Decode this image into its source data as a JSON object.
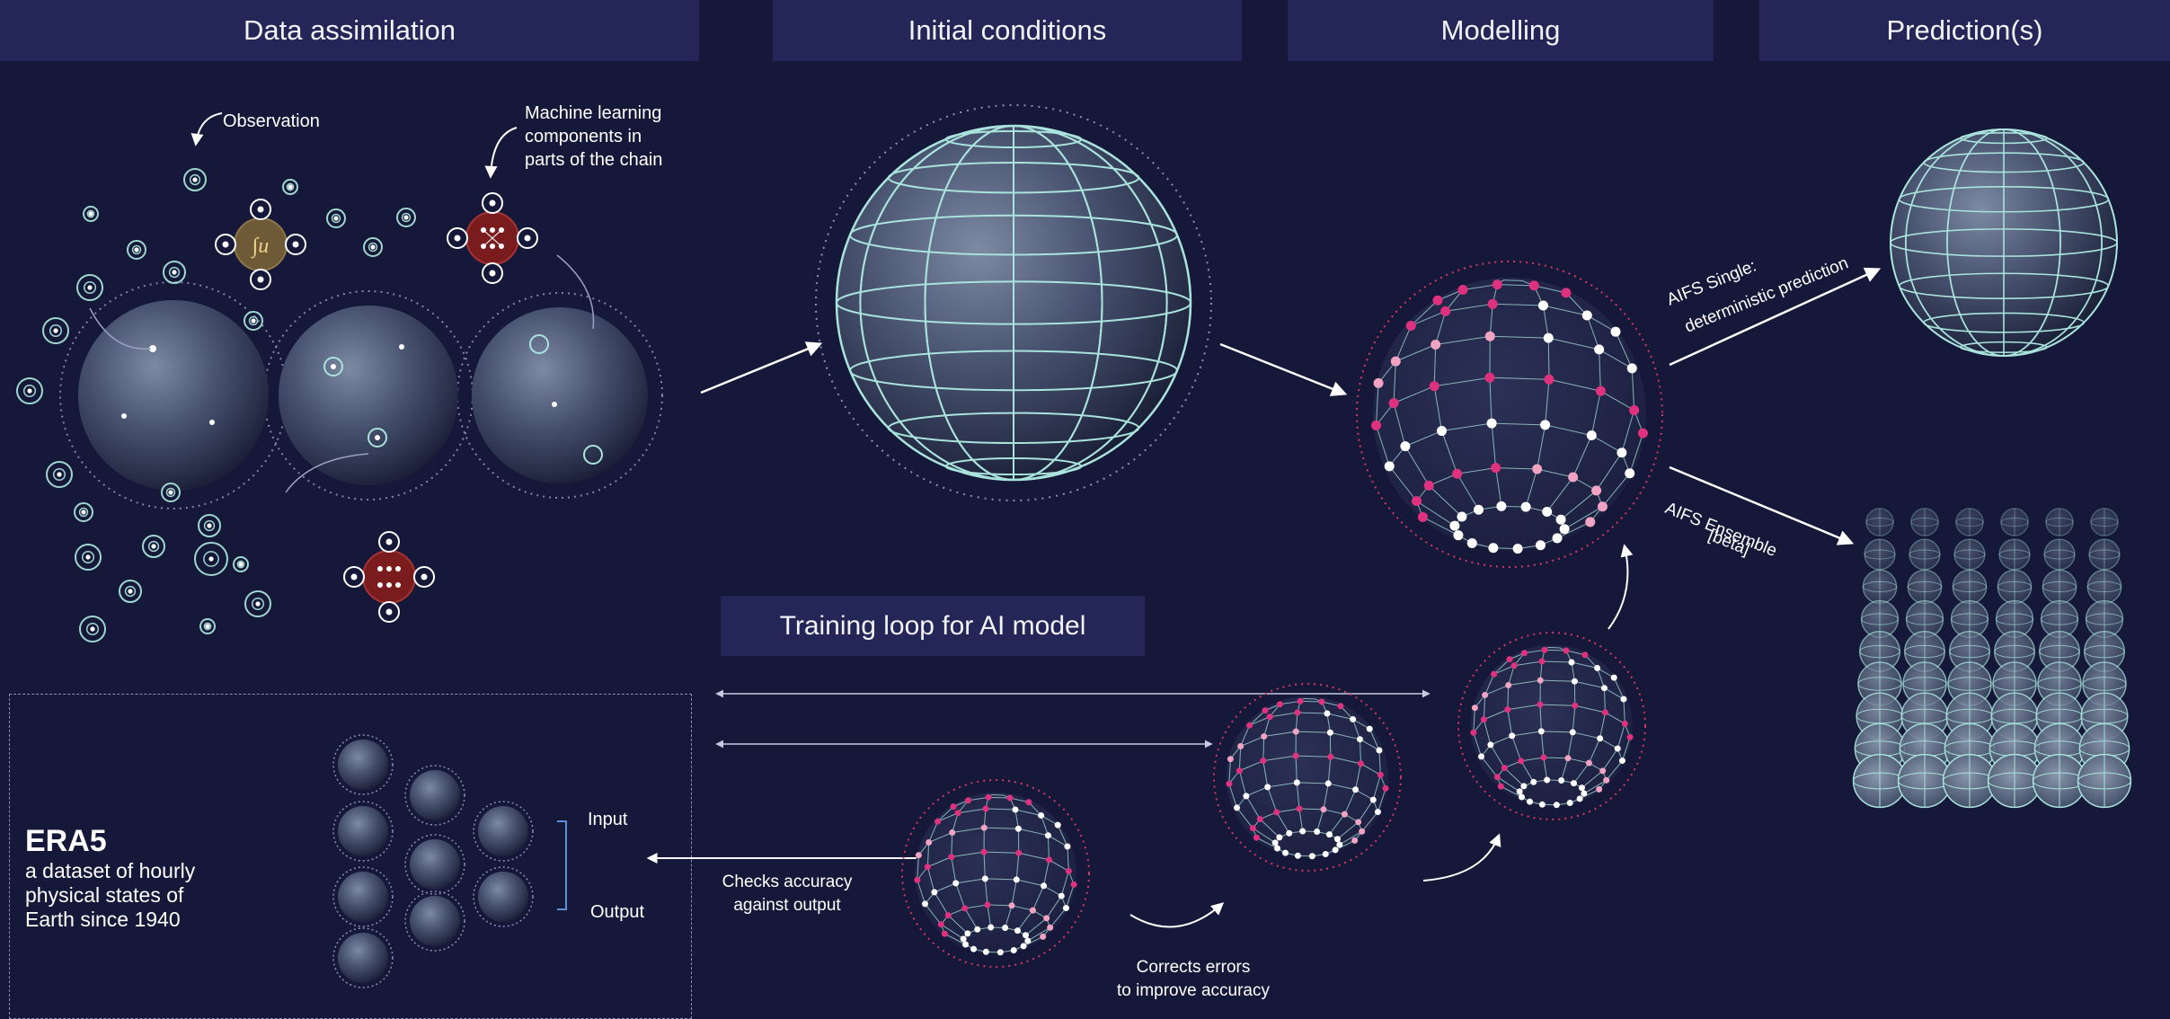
{
  "headers": {
    "data_assimilation": "Data assimilation",
    "initial_conditions": "Initial conditions",
    "modelling": "Modelling",
    "predictions": "Prediction(s)"
  },
  "annotations": {
    "observation": "Observation",
    "ml_components": [
      "Machine learning",
      "components in",
      "parts of the chain"
    ],
    "ml_symbol": "∫u",
    "aifs_single": [
      "AIFS Single:",
      "deterministic prediction"
    ],
    "aifs_ensemble": [
      "AIFS Ensemble",
      "[beta]"
    ]
  },
  "training": {
    "label": "Training loop for AI model",
    "input": "Input",
    "output": "Output",
    "checks": [
      "Checks accuracy",
      "against output"
    ],
    "corrects": [
      "Corrects errors",
      "to improve accuracy"
    ]
  },
  "era5": {
    "title": "ERA5",
    "description": [
      "a dataset of hourly",
      "physical states of",
      "Earth since 1940"
    ]
  },
  "colors": {
    "background": "#151838",
    "header_bg": "#232656",
    "grid": "#a9e3dc",
    "node_pink": "#e0317f",
    "node_light_pink": "#f0a3c2",
    "node_white": "#ffffff",
    "ml_node": "#7a1c1e",
    "integral_node": "#6e5a37",
    "arrow": "#ffffff"
  },
  "ensemble": {
    "columns": 6,
    "rows": 9
  }
}
